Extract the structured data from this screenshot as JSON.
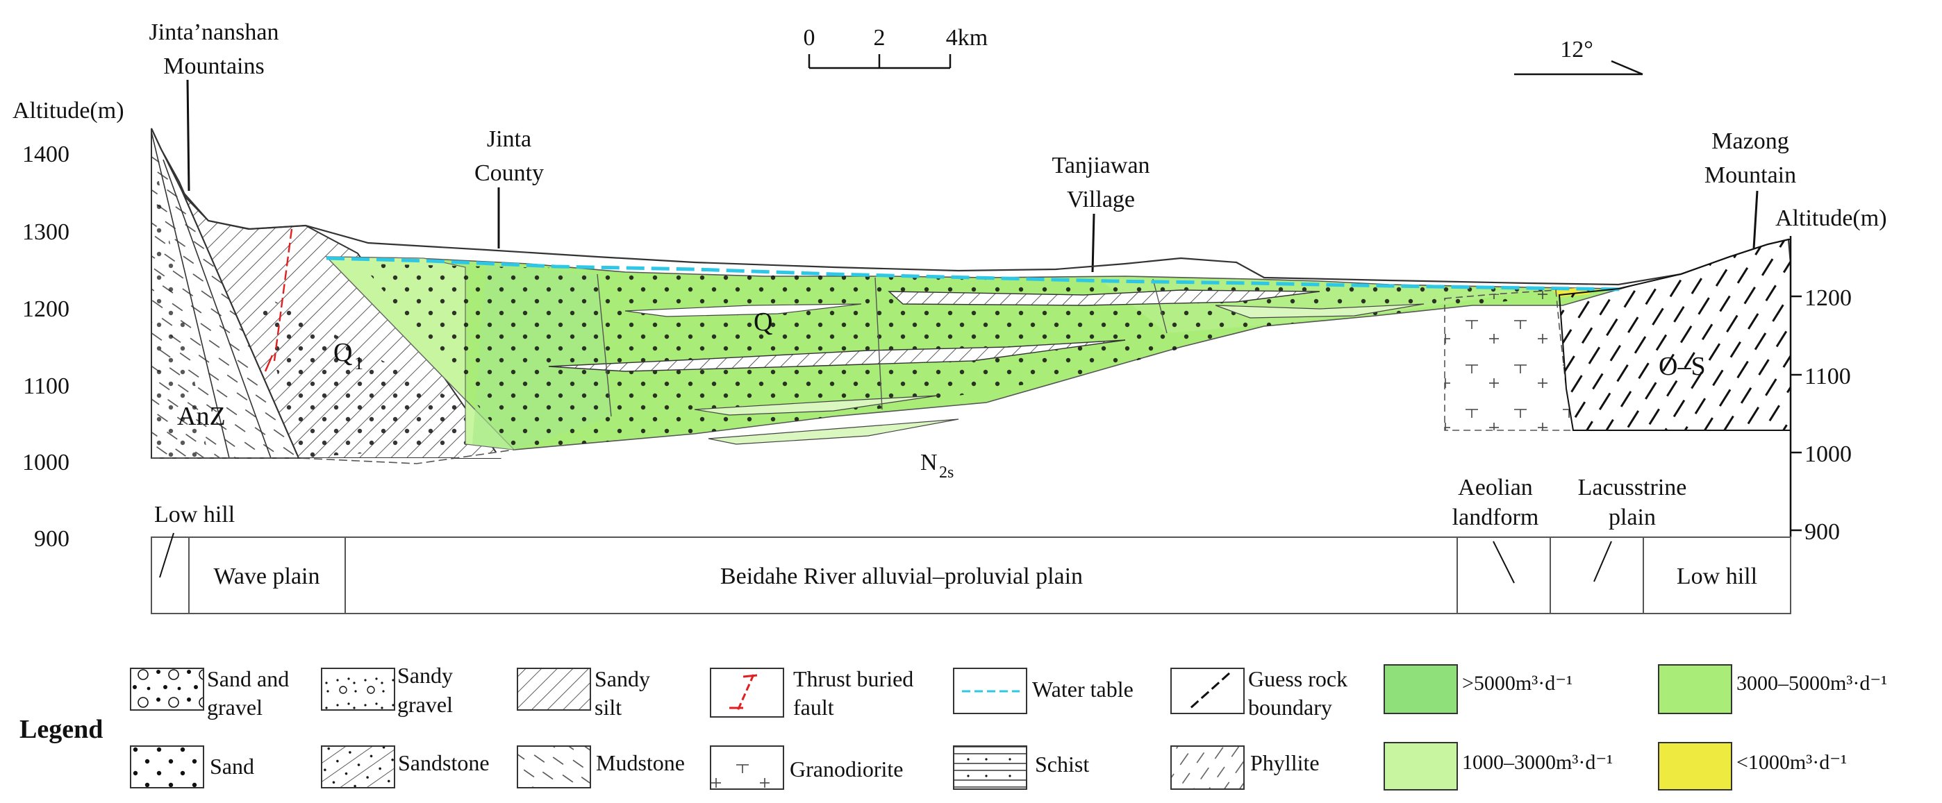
{
  "labels": {
    "mtn_west_1": "Jinta’nanshan",
    "mtn_west_2": "Mountains",
    "alt_left": "Altitude(m)",
    "alt_right": "Altitude(m)",
    "jinta_1": "Jinta",
    "jinta_2": "County",
    "tanjiawan_1": "Tanjiawan",
    "tanjiawan_2": "Village",
    "mazong_1": "Mazong",
    "mazong_2": "Mountain",
    "q1": "Q",
    "q1_sub": "1",
    "q": "Q",
    "anz": "AnZ",
    "os": "O–S",
    "n2s": "N",
    "n2s_sub": "2s",
    "aeolian_1": "Aeolian",
    "aeolian_2": "landform",
    "lacustrine_1": "Lacusstrine",
    "lacustrine_2": "plain"
  },
  "scale_bar": {
    "ticks": [
      "0",
      "2",
      "4km"
    ]
  },
  "orientation": {
    "label": "12°"
  },
  "axis_left": {
    "ticks": [
      "1400",
      "1300",
      "1200",
      "1100",
      "1000",
      "900"
    ]
  },
  "axis_right": {
    "ticks": [
      "1200",
      "1100",
      "1000",
      "900"
    ]
  },
  "landforms": {
    "low_hill_left": "Low hill",
    "wave_plain": "Wave plain",
    "beidahe": "Beidahe River alluvial–proluvial plain",
    "low_hill_right": "Low hill"
  },
  "legend": {
    "title": "Legend",
    "sand_gravel_1": "Sand and",
    "sand_gravel_2": "gravel",
    "sandy_gravel_1": "Sandy",
    "sandy_gravel_2": "gravel",
    "sandy_silt_1": "Sandy",
    "sandy_silt_2": "silt",
    "thrust_1": "Thrust buried",
    "thrust_2": "fault",
    "water_table": "Water table",
    "guess_1": "Guess rock",
    "guess_2": "boundary",
    "gt5000": ">5000m³·d⁻¹",
    "r3000": "3000–5000m³·d⁻¹",
    "sand": "Sand",
    "sandstone": "Sandstone",
    "mudstone": "Mudstone",
    "granodiorite": "Granodiorite",
    "schist": "Schist",
    "phyllite": "Phyllite",
    "r1000": "1000–3000m³·d⁻¹",
    "lt1000": "<1000m³·d⁻¹"
  },
  "colors": {
    "yield_gt5000": "#8fe07a",
    "yield_3000_5000": "#a9ec78",
    "yield_1000_3000": "#c8f5a0",
    "yield_lt1000": "#eeea40",
    "water_table": "#2ec8e6",
    "fault": "#e02020"
  }
}
